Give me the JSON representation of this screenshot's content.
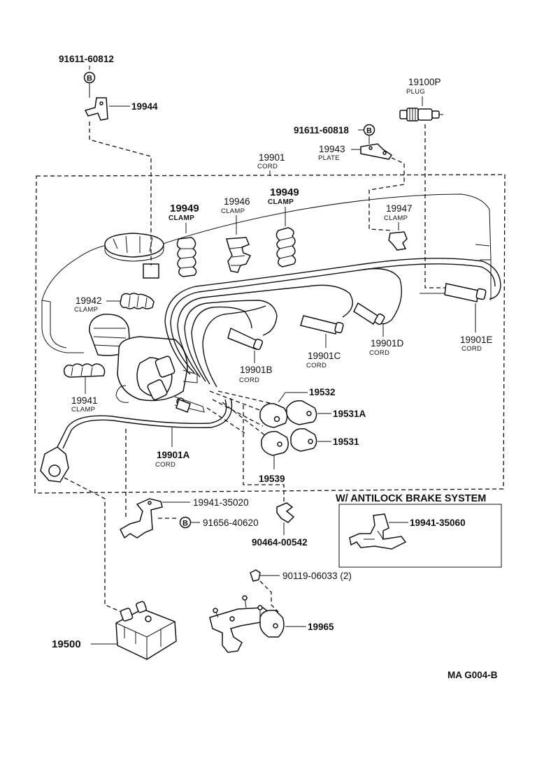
{
  "labels": {
    "bolt_top": "91611-60812",
    "bracket_top": "19944",
    "plug": "19100P",
    "plug_name": "PLUG",
    "bolt_plate": "91611-60818",
    "plate": "19943",
    "plate_name": "PLATE",
    "cord_main": "19901",
    "cord_main_name": "CORD",
    "clamp_left": "19949",
    "clamp_left_name": "CLAMP",
    "clamp_mid": "19946",
    "clamp_mid_name": "CLAMP",
    "clamp_right": "19949",
    "clamp_right_name": "CLAMP",
    "clamp_small": "19947",
    "clamp_small_name": "CLAMP",
    "clamp_19942": "19942",
    "clamp_19942_name": "CLAMP",
    "clamp_19941": "19941",
    "clamp_19941_name": "CLAMP",
    "cord_b": "19901B",
    "cord_b_name": "CORD",
    "cord_c": "19901C",
    "cord_c_name": "CORD",
    "cord_d": "19901D",
    "cord_d_name": "CORD",
    "cord_e": "19901E",
    "cord_e_name": "CORD",
    "cord_a": "19901A",
    "cord_a_name": "CORD",
    "dist_19532": "19532",
    "dist_19531a": "19531A",
    "dist_19531": "19531",
    "dist_19539": "19539",
    "bracket_19941_35020": "19941-35020",
    "bolt_91656": "91656-40620",
    "clip_90464": "90464-00542",
    "abs_title": "W/ ANTILOCK BRAKE SYSTEM",
    "abs_part": "19941-35060",
    "screw": "90119-06033 (2)",
    "coil": "19500",
    "bracket_coil": "19965",
    "figure_code": "MA  G004-B",
    "circle_b": "B"
  }
}
